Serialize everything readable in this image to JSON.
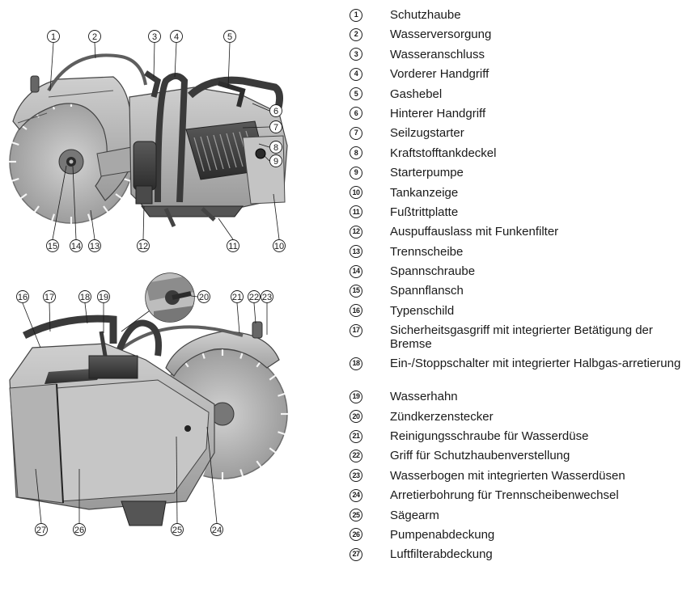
{
  "legend": [
    {
      "num": "1",
      "text": "Schutzhaube"
    },
    {
      "num": "2",
      "text": "Wasserversorgung"
    },
    {
      "num": "3",
      "text": "Wasseranschluss"
    },
    {
      "num": "4",
      "text": "Vorderer Handgriff"
    },
    {
      "num": "5",
      "text": "Gashebel"
    },
    {
      "num": "6",
      "text": "Hinterer Handgriff"
    },
    {
      "num": "7",
      "text": "Seilzugstarter"
    },
    {
      "num": "8",
      "text": "Kraftstofftankdeckel"
    },
    {
      "num": "9",
      "text": "Starterpumpe"
    },
    {
      "num": "10",
      "text": "Tankanzeige"
    },
    {
      "num": "11",
      "text": "Fußtrittplatte"
    },
    {
      "num": "12",
      "text": "Auspuffauslass mit Funkenfilter"
    },
    {
      "num": "13",
      "text": "Trennscheibe"
    },
    {
      "num": "14",
      "text": "Spannschraube"
    },
    {
      "num": "15",
      "text": "Spannflansch"
    },
    {
      "num": "16",
      "text": "Typenschild"
    },
    {
      "num": "17",
      "text": "Sicherheitsgasgriff mit integrierter Betätigung der Bremse"
    },
    {
      "num": "18",
      "text": "Ein-/Stoppschalter mit integrierter Halbgas-arretierung"
    },
    {
      "num": "19",
      "text": "Wasserhahn"
    },
    {
      "num": "20",
      "text": "Zündkerzenstecker"
    },
    {
      "num": "21",
      "text": "Reinigungsschraube für Wasserdüse"
    },
    {
      "num": "22",
      "text": "Griff für Schutzhaubenverstellung"
    },
    {
      "num": "23",
      "text": "Wasserbogen mit integrierten Wasserdüsen"
    },
    {
      "num": "24",
      "text": "Arretierbohrung für Trennscheibenwechsel"
    },
    {
      "num": "25",
      "text": "Sägearm"
    },
    {
      "num": "26",
      "text": "Pumpenabdeckung"
    },
    {
      "num": "27",
      "text": "Luftfilterabdeckung"
    }
  ],
  "callouts_top": [
    "1",
    "2",
    "3",
    "4",
    "5",
    "6",
    "7",
    "8",
    "9",
    "10",
    "11",
    "12",
    "13",
    "14",
    "15"
  ],
  "callouts_bottom": [
    "16",
    "17",
    "18",
    "19",
    "20",
    "21",
    "22",
    "23",
    "24",
    "25",
    "26",
    "27"
  ],
  "colors": {
    "body": "#b9b9b9",
    "dark": "#3c3c3c",
    "mid": "#8a8a8a",
    "light": "#dedede",
    "line": "#1a1a1a"
  }
}
